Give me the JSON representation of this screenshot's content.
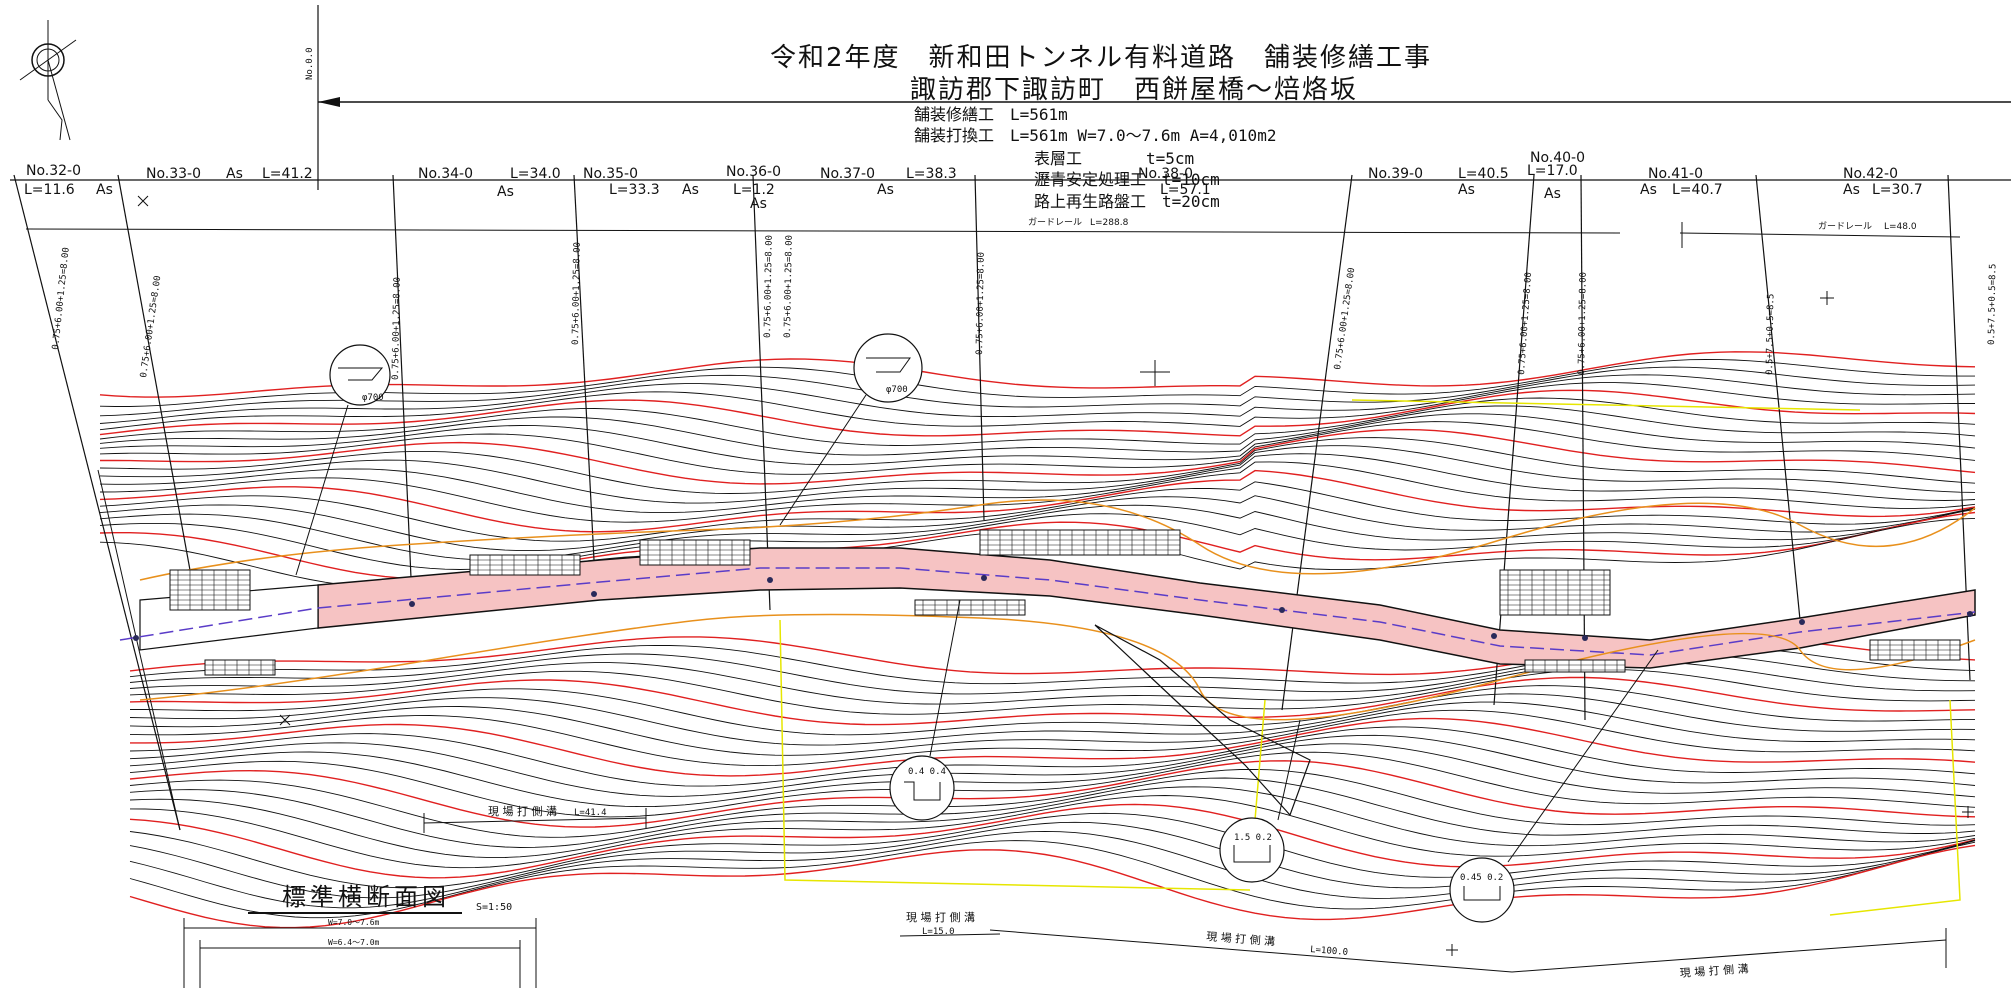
{
  "title": {
    "line1": "令和2年度　新和田トンネル有料道路　舗装修繕工事",
    "line2": "諏訪郡下諏訪町　西餅屋橋～焙烙坂"
  },
  "summary": [
    "舗装修繕工　L=561m",
    "舗装打換工　L=561m W=7.0～7.6m A=4,010m2"
  ],
  "layers": [
    "表層工　　　　t=5cm",
    "瀝青安定処理工　t=10cm",
    "路上再生路盤工　t=20cm"
  ],
  "origin_label": "No.0.0",
  "stations": [
    {
      "label": "No.32-0",
      "seg": "L=11.6",
      "mat": "As"
    },
    {
      "label": "No.33-0",
      "seg": "L=41.2",
      "mat": "As"
    },
    {
      "label": "No.34-0",
      "seg": "L=34.0",
      "mat": "As"
    },
    {
      "label": "No.35-0",
      "seg": "L=33.3",
      "mat": "As"
    },
    {
      "label": "No.36-0",
      "seg": "L=1.2",
      "mat": "As"
    },
    {
      "label": "No.37-0",
      "seg": "L=38.3",
      "mat": "As"
    },
    {
      "label": "No.38-0",
      "seg": "L=57.1",
      "mat": ""
    },
    {
      "label": "No.39-0",
      "seg": "L=40.5",
      "mat": "As"
    },
    {
      "label": "No.40-0",
      "seg": "L=17.0",
      "mat": "As"
    },
    {
      "label": "No.41-0",
      "seg": "L=40.7",
      "mat": "As"
    },
    {
      "label": "No.42-0",
      "seg": "L=30.7",
      "mat": "As"
    }
  ],
  "guardrails": [
    {
      "label": "ガードレール",
      "length": "L=288.8"
    },
    {
      "label": "ガードレール",
      "length": "L=48.0"
    }
  ],
  "width_notes": [
    "0.75+6.00+1.25=8.00",
    "0.75+6.00+1.25=8.00",
    "0.75+6.00+1.25=8.00",
    "0.75+6.00+1.25=8.00",
    "0.75+6.00+1.25=8.00",
    "0.75+6.00+1.25=8.00",
    "0.75+6.00+1.25=8.00",
    "0.75+6.00+1.25=8.00",
    "0.75+6.00+1.25=8.00",
    "0.75+6.00+1.25=8.00",
    "0.5+7.5+0.5=8.5"
  ],
  "gutters": [
    {
      "label": "現 場 打 側 溝",
      "length": "L=41.4"
    },
    {
      "label": "現 場 打 側 溝",
      "length": "L=15.0"
    },
    {
      "label": "現 場 打 側 溝",
      "length": "L=100.0"
    },
    {
      "label": "現 場 打 側 溝",
      "length": ""
    }
  ],
  "standard_section": {
    "title": "標準横断面図",
    "scale": "S=1:50",
    "dim1": "W=7.0～7.6m",
    "dim2": "W=6.4～7.0m"
  },
  "callouts": [
    "φ700",
    "φ700",
    "0.4  0.4",
    "1.5  0.2",
    "0.45  0.2"
  ],
  "colors": {
    "pavement": "#f6c3c3",
    "contour_index": "#e02020",
    "contour": "#111111",
    "centerline": "#5a3cc8",
    "utility": "#e8901c",
    "boundary": "#e6e600"
  }
}
